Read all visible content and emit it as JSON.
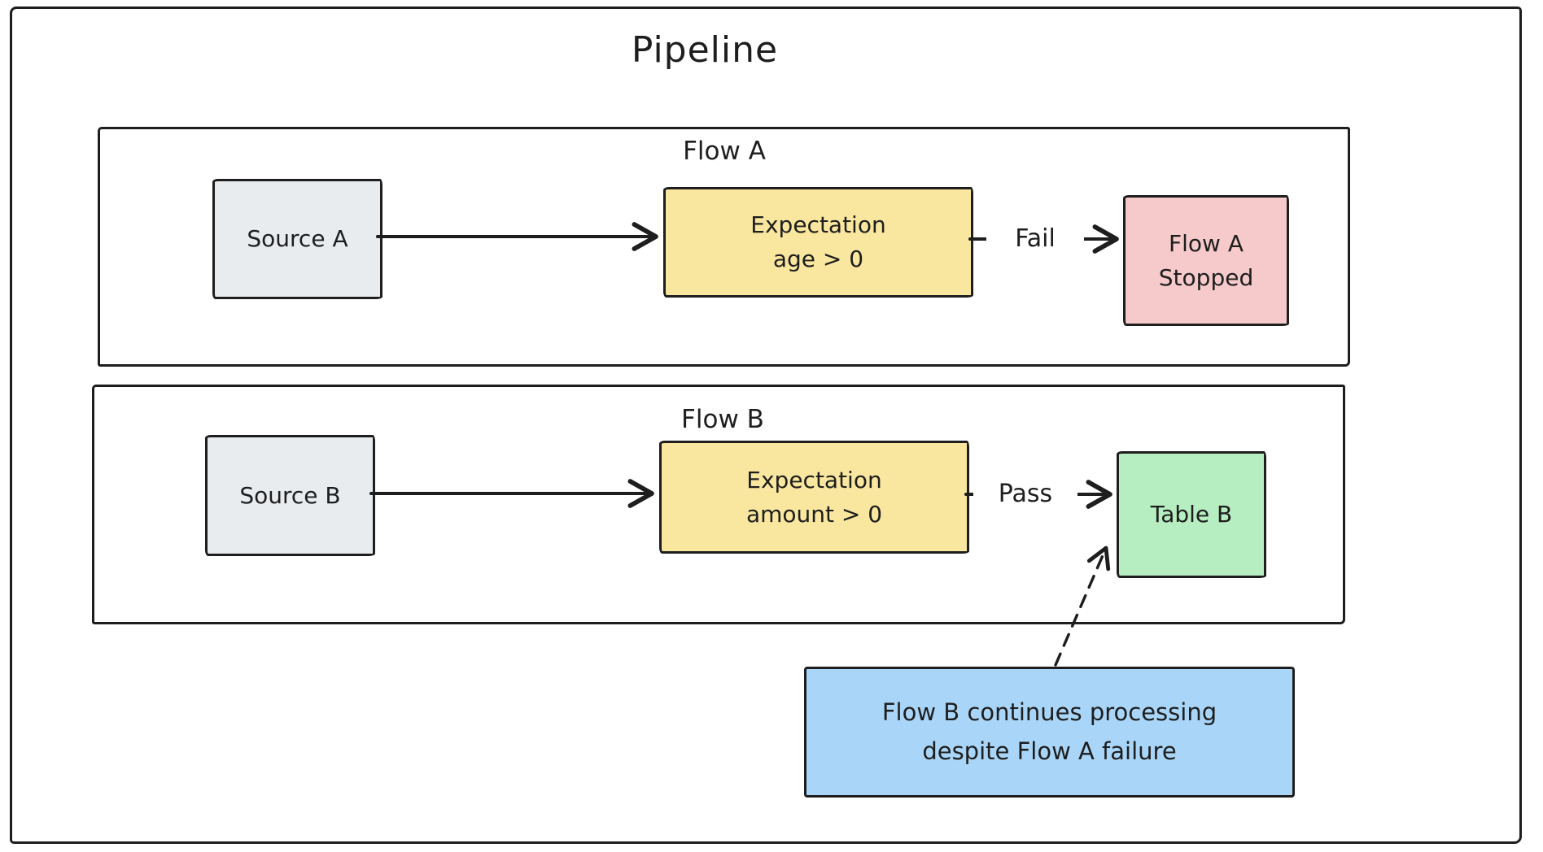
{
  "title": "Pipeline",
  "flow_a": {
    "label": "Flow A",
    "source_label": "Source A",
    "expectation": {
      "line1": "Expectation",
      "line2": "age > 0"
    },
    "edge_label": "Fail",
    "result": {
      "line1": "Flow A",
      "line2": "Stopped"
    }
  },
  "flow_b": {
    "label": "Flow B",
    "source_label": "Source B",
    "expectation": {
      "line1": "Expectation",
      "line2": "amount > 0"
    },
    "edge_label": "Pass",
    "result_label": "Table B"
  },
  "note": {
    "line1": "Flow B continues processing",
    "line2": "despite Flow A failure"
  },
  "colors": {
    "stroke": "#1e1e1e",
    "node_source": "#e9ecef",
    "node_expectation": "#f9e79f",
    "node_stopped": "#f6caca",
    "node_table": "#b7eec1",
    "note_fill": "#a9d6f8"
  }
}
